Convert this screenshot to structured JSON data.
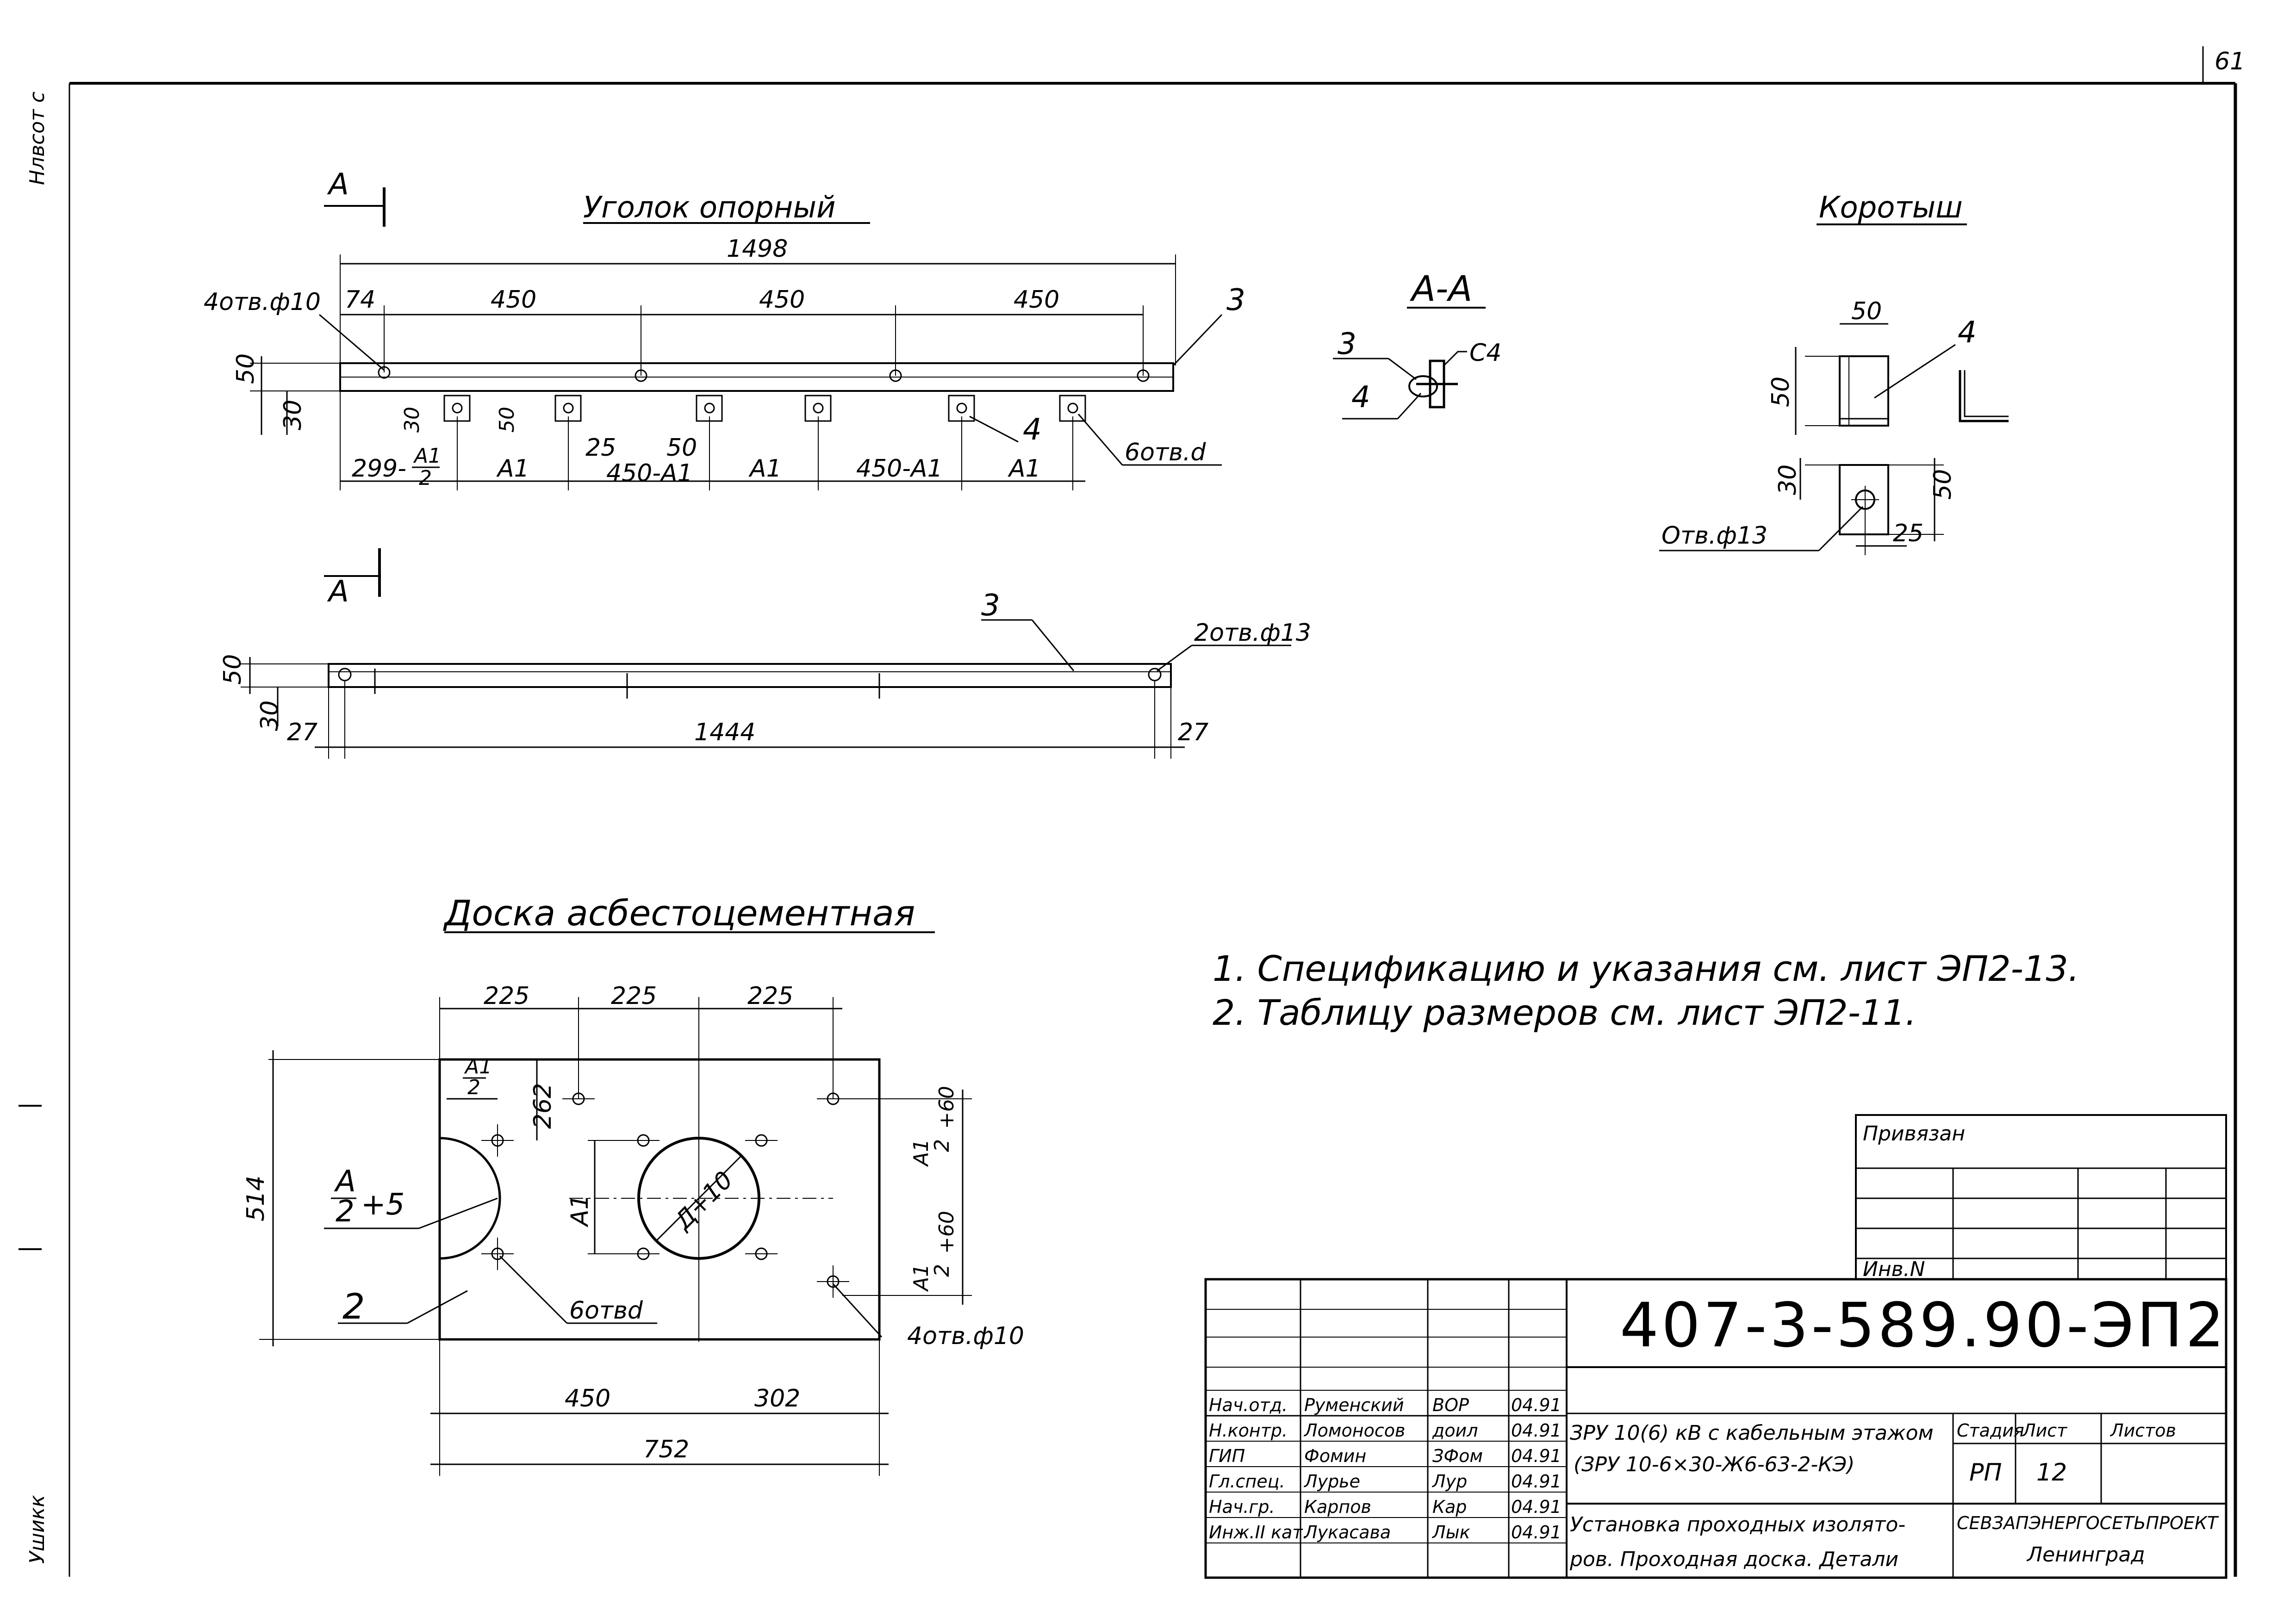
{
  "sheet": {
    "page_number": "61",
    "side_stamp_top": "Нлвсот с",
    "side_stamp_bottom": "Ушикк"
  },
  "angle_support": {
    "title": "Уголок опорный",
    "section_mark": "А",
    "dims": {
      "total": "1498",
      "d74": "74",
      "d450a": "450",
      "d450b": "450",
      "d450c": "450",
      "h50": "50",
      "h30": "30",
      "h30b": "30",
      "h50b": "50",
      "d299": "299-",
      "a1_frac": "А1",
      "a1_den": "2",
      "a1": "А1",
      "d25": "25",
      "d450a1": "450-А1",
      "d50": "50",
      "a1b": "А1",
      "d450a1b": "450-А1",
      "a1c": "А1"
    },
    "labels": {
      "holes10": "4отв.ф10",
      "pos3": "3",
      "pos4": "4",
      "holes_d": "6отв.d"
    }
  },
  "angle_side": {
    "dims": {
      "h50": "50",
      "h30": "30",
      "l27": "27",
      "r27": "27",
      "len": "1444"
    },
    "labels": {
      "pos3": "3",
      "holes13": "2отв.ф13"
    }
  },
  "section_aa": {
    "title": "А-А",
    "labels": {
      "pos3": "3",
      "pos4": "4",
      "c4": "С4"
    }
  },
  "short_piece": {
    "title": "Коротыш",
    "dims": {
      "w50": "50",
      "h50": "50",
      "h30": "30",
      "h50b": "50",
      "d25": "25"
    },
    "labels": {
      "pos4": "4",
      "hole13": "Отв.ф13"
    }
  },
  "asbestos_board": {
    "title": "Доска асбестоцементная",
    "dims": {
      "d225a": "225",
      "d225b": "225",
      "d225c": "225",
      "h514": "514",
      "a1_half_num": "А1",
      "a1_half_den": "2",
      "v262": "262",
      "a1": "А1",
      "dia": "Д+10",
      "left_frac_num": "А",
      "left_frac_den": "2",
      "left_plus": "+5",
      "right_top_num": "А1",
      "right_top_den": "2",
      "right_top_plus": "+60",
      "right_bot_num": "А1",
      "right_bot_den": "2",
      "right_bot_plus": "+60",
      "d450": "450",
      "d302": "302",
      "d752": "752"
    },
    "labels": {
      "pos2": "2",
      "holes_d": "6отвd",
      "holes10": "4отв.ф10"
    }
  },
  "notes": [
    "1. Спецификацию и указания см. лист ЭП2-13.",
    "2. Таблицу размеров см. лист ЭП2-11."
  ],
  "title_block": {
    "attached_label": "Привязан",
    "inv_label": "Инв.N",
    "code": "407-3-589.90-ЭП2",
    "staff": [
      {
        "role": "Нач.отд.",
        "name": "Руменский",
        "sign": "ВОР",
        "date": "04.91"
      },
      {
        "role": "Н.контр.",
        "name": "Ломоносов",
        "sign": "доил",
        "date": "04.91"
      },
      {
        "role": "ГИП",
        "name": "Фомин",
        "sign": "ЗФом",
        "date": "04.91"
      },
      {
        "role": "Гл.спец.",
        "name": "Лурье",
        "sign": "Лур",
        "date": "04.91"
      },
      {
        "role": "Нач.гр.",
        "name": "Карпов",
        "sign": "Кар",
        "date": "04.91"
      },
      {
        "role": "Инж.II кат.",
        "name": "Лукасава",
        "sign": "Лык",
        "date": "04.91"
      }
    ],
    "project_line1": "ЗРУ 10(6) кВ с кабельным этажом",
    "project_line2": "(ЗРУ 10-6×30-Ж6-63-2-КЭ)",
    "stage_label": "Стадия",
    "sheet_label": "Лист",
    "sheets_label": "Листов",
    "stage_value": "РП",
    "sheet_value": "12",
    "desc_line1": "Установка проходных изолято-",
    "desc_line2": "ров. Проходная доска. Детали",
    "org_line1": "СЕВЗАПЭНЕРГОСЕТЬПРОЕКТ",
    "org_line2": "Ленинград"
  }
}
